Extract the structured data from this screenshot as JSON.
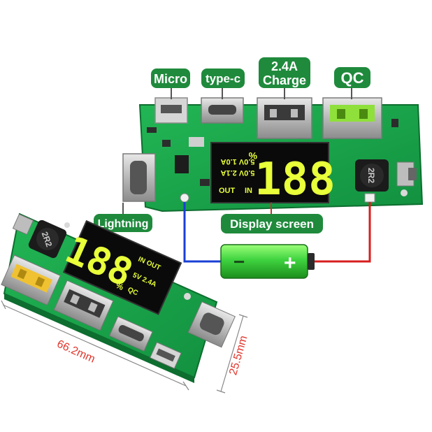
{
  "labels": {
    "micro": "Micro",
    "typec": "type-c",
    "charge_line1": "2.4A",
    "charge_line2": "Charge",
    "qc": "QC",
    "lightning": "Lightning",
    "display_screen": "Display screen"
  },
  "dimensions": {
    "length": "66.2mm",
    "width": "25.5mm"
  },
  "battery": {
    "minus": "−",
    "plus": "+"
  },
  "board_top": {
    "display_digits": "188",
    "percent": "%",
    "line1": "5.0V 1.0A",
    "line2": "5.0V 2.1A",
    "in_label": "IN",
    "out_label": "OUT",
    "inductor": "2R2"
  },
  "board_bottom": {
    "display_digits": "188",
    "percent": "%",
    "in_out": "IN  OUT",
    "spec": "5V  2.4A",
    "qc": "QC",
    "inductor": "2R2"
  },
  "colors": {
    "label_bg": "#1f8a3c",
    "pcb": "#17a34a",
    "pcb_dark": "#0f7a35",
    "segment": "#e8ff3a",
    "wire_neg": "#1a3fd6",
    "wire_pos": "#d81e1e",
    "dim_text": "#e0342a",
    "battery": "#3fd33f"
  }
}
